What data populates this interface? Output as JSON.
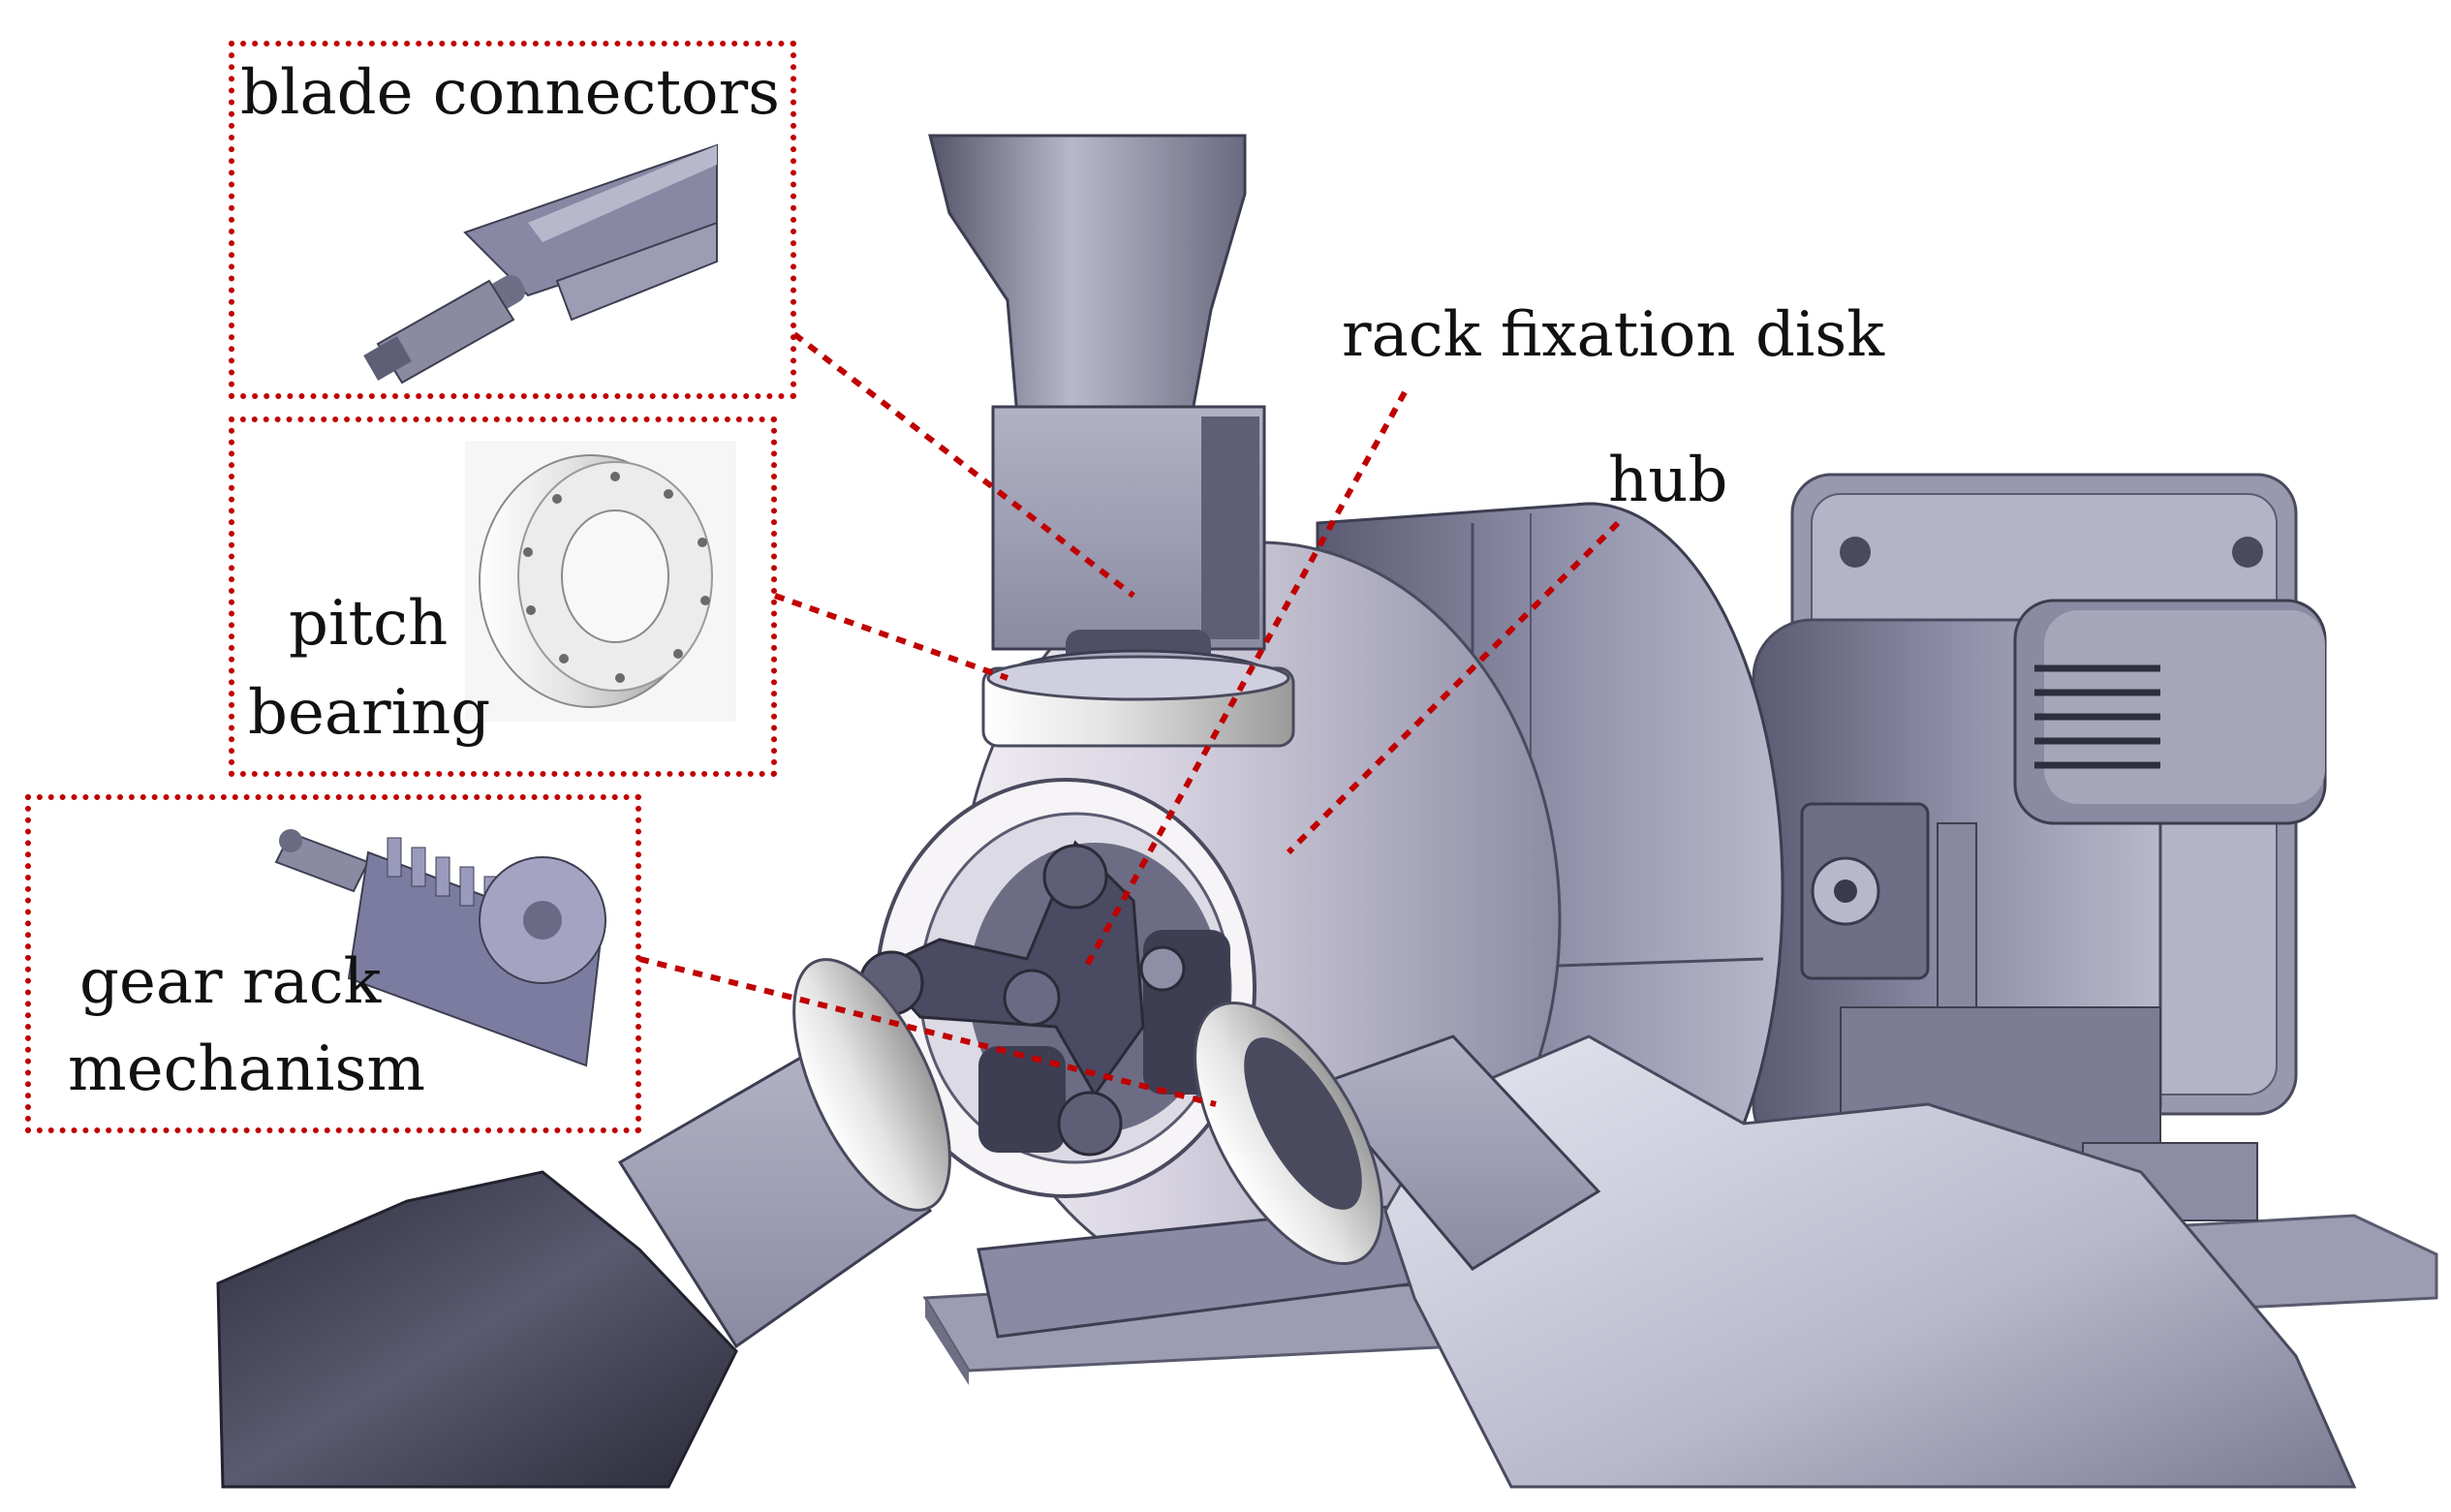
{
  "labels": {
    "blade_connectors": "blade connectors",
    "rack_fixation_disk": "rack fixation disk",
    "hub": "hub",
    "pitch_bearing_line1": "pitch",
    "pitch_bearing_line2": "bearing",
    "gear_rack_line1": "gear rack",
    "gear_rack_line2": "mechanism"
  },
  "colors": {
    "callout": "#c00000",
    "metal_light": "#d8d8e6",
    "metal_mid": "#9b9bb4",
    "metal_dark": "#4a4a5e",
    "blade_dark": "#3a3a4c"
  },
  "icons": [
    "blade-connector-icon",
    "pitch-bearing-icon",
    "gear-rack-icon"
  ]
}
